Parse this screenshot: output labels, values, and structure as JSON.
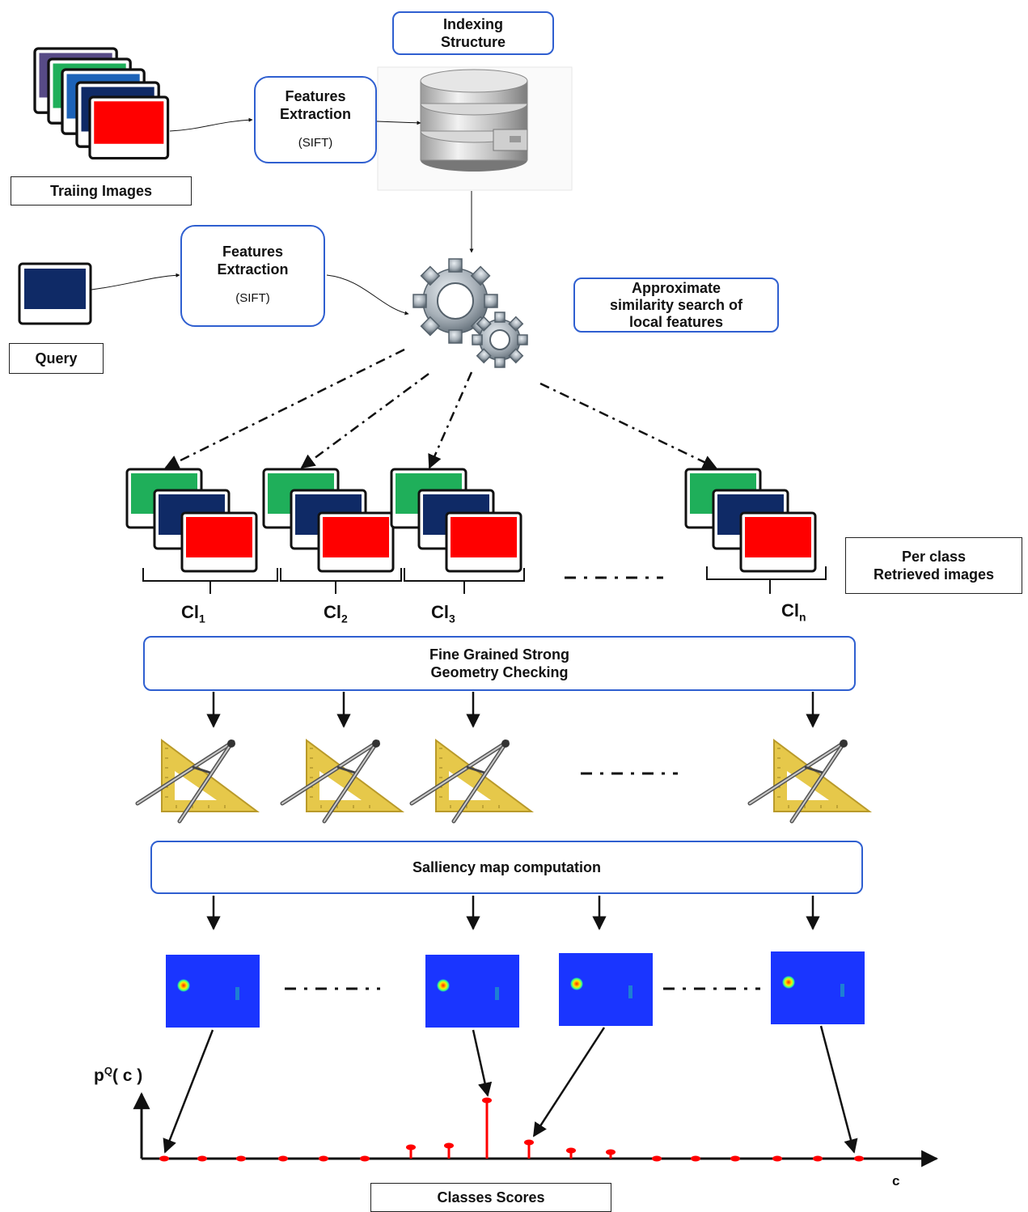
{
  "labels": {
    "indexing_structure": "Indexing\nStructure",
    "training_images": "Traiing Images",
    "query": "Query",
    "feature_extraction_title": "Features\nExtraction",
    "feature_extraction_method": "(SIFT)",
    "similarity_search": "Approximate\nsimilarity search of\nlocal features",
    "per_class": "Per class\nRetrieved images",
    "geometry_checking": "Fine Grained Strong\nGeometry Checking",
    "saliency": "Salliency map computation",
    "classes_scores": "Classes Scores"
  },
  "classes": [
    {
      "main": "Cl",
      "sub": "1"
    },
    {
      "main": "Cl",
      "sub": "2"
    },
    {
      "main": "Cl",
      "sub": "3"
    },
    {
      "main": "Cl",
      "sub": "n"
    }
  ],
  "axis": {
    "y_main": "p",
    "y_sup": "Q",
    "y_rest": "( c )",
    "x": "c"
  },
  "colors": {
    "box_border": "#2f5fd0",
    "red": "#ff0000",
    "green": "#1faf5a",
    "navy": "#0f2a66",
    "saliency_blue": "#1a35ff",
    "tool_yellow": "#e6c84a"
  },
  "icons": [
    "image-stack-icon",
    "database-icon",
    "gears-icon",
    "geometry-tools-icon",
    "saliency-map-icon"
  ]
}
